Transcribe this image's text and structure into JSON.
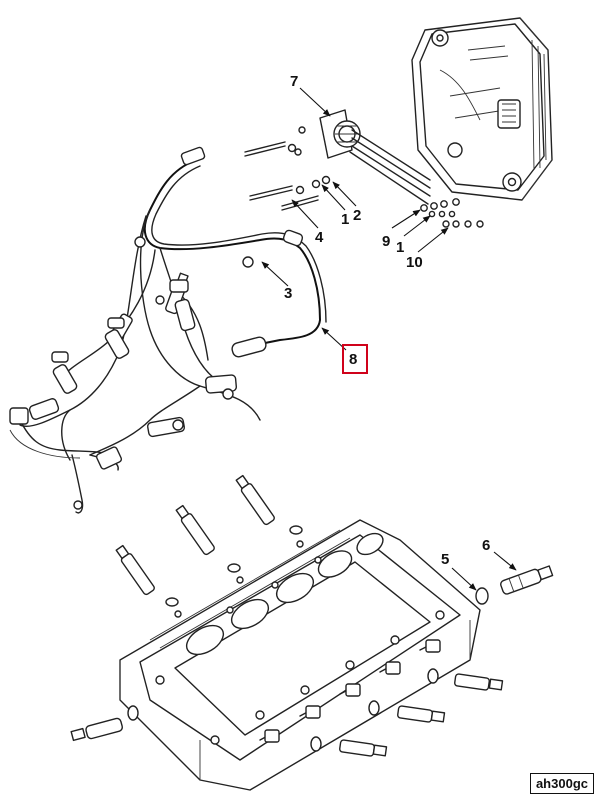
{
  "callouts": {
    "c1": "1",
    "c2": "2",
    "c3": "3",
    "c4": "4",
    "c5": "5",
    "c6": "6",
    "c7": "7",
    "c8": "8",
    "c9": "9",
    "c10": "10"
  },
  "highlighted_callout": "8",
  "reference_code": "ah300gc",
  "colors": {
    "line": "#222222",
    "highlight": "#d0021b",
    "background": "#ffffff"
  }
}
